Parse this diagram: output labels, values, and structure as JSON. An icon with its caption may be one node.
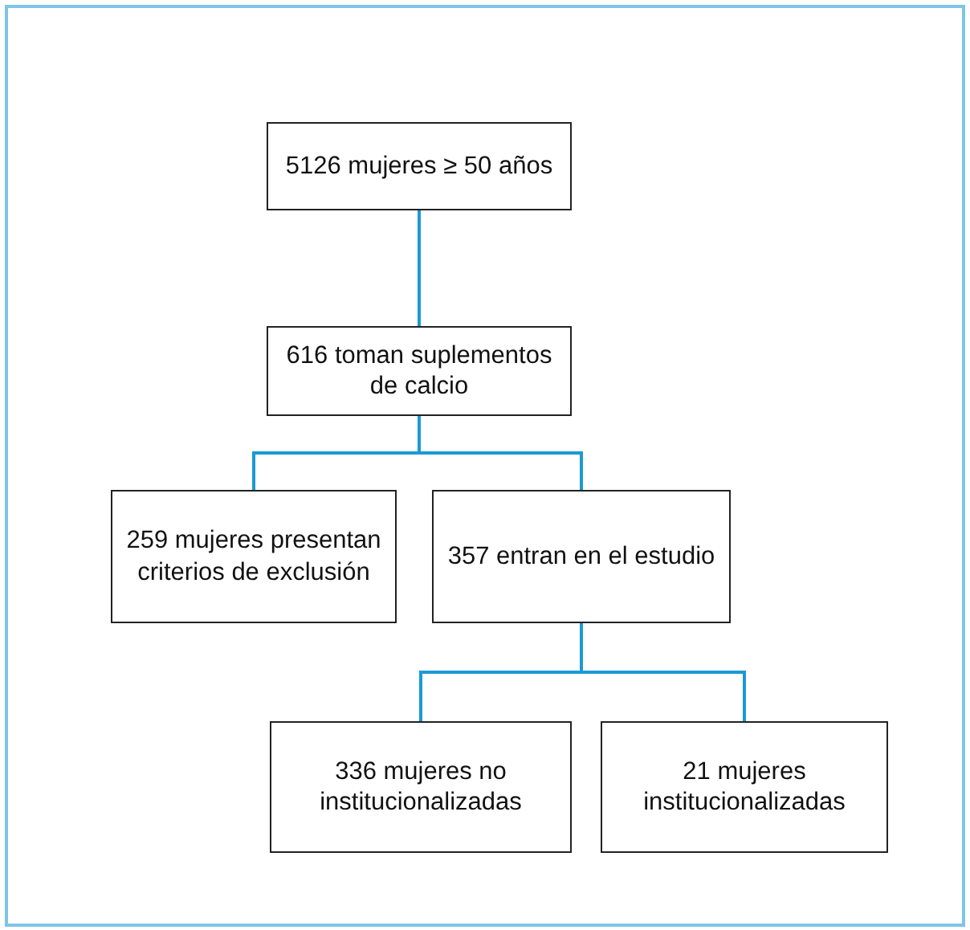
{
  "diagram": {
    "nodes": [
      {
        "text": [
          "5126 mujeres ≥ 50 años"
        ]
      },
      {
        "text": [
          "616 toman suplementos de calcio"
        ]
      },
      {
        "text": [
          "259 mujeres presentan criterios de exclusión"
        ]
      },
      {
        "text": [
          "357 entran en el estudio"
        ]
      },
      {
        "text": [
          "336 mujeres no institucionalizadas"
        ]
      },
      {
        "text": [
          "21 mujeres institucionalizadas"
        ]
      }
    ],
    "edges": [
      {
        "from": 0,
        "to": 1,
        "arrow": "none"
      },
      {
        "from": 1,
        "to": 2,
        "arrow": "none"
      },
      {
        "from": 1,
        "to": 3,
        "arrow": "none"
      },
      {
        "from": 3,
        "to": 4,
        "arrow": "none"
      },
      {
        "from": 3,
        "to": 5,
        "arrow": "none"
      }
    ]
  }
}
